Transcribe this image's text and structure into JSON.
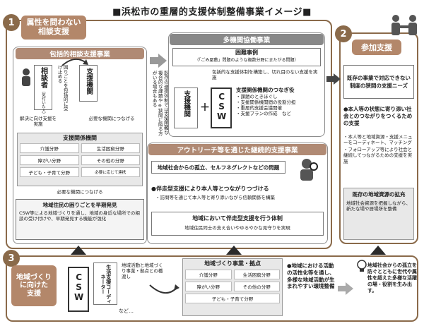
{
  "title": "■浜松市の重層的支援体制整備事業イメージ■",
  "section1": {
    "num": "1",
    "label": "属性を問わない\n相談支援",
    "header": "包括的相談支援事業",
    "soudansha": "相談者",
    "soudansha_sub": "（気付いた人）",
    "receive": "困りごとを包括的に受け止める",
    "support_org": "支援機関",
    "solve": "解決に向け支援を実施",
    "connect_need": "必要な機関につなげる",
    "org_header": "支援関係機関",
    "fields": [
      "介護分野",
      "生活困窮分野",
      "障がい分野",
      "その他の分野",
      "子ども・子育て分野",
      "必要に応じて連携"
    ],
    "connect_need2": "必要な機関につなげる",
    "early_title": "地域住民の困りごとを早期発見",
    "early_desc": "CSW等による地域づくりを通し、地域の身近な場所での相談の受け付けや、早期発見する機能が強化"
  },
  "middle_vertical": "既存の連携体制では支援困難な複合的な課題や※狭間に陥る方がいる場合もある",
  "multi": {
    "header": "多機関協働事業",
    "case_title": "困難事例",
    "case_desc": "（「ごみ屋敷」問題のような複数分野にまたがる問題）",
    "build": "包括的な支援体制を構築し、切れ目のない支援を実施",
    "org": "支援機関",
    "plus": "＋",
    "csw": "CSW",
    "role_title": "支援関係機関のつなぎ役",
    "roles": [
      "・課題のときほぐし",
      "・支援関係機関間の役割分担",
      "・重層的支援会議開催",
      "・支援プランの作成　など"
    ]
  },
  "outreach": {
    "header": "アウトリーチ等を通じた継続的支援事業",
    "isolation": "地域社会からの孤立、セルフネグレクトなどの問題",
    "accompany": "●伴走型支援により本人等とつながりつづける",
    "visit": "・訪問等を通じて本人等と寄り添いながら信頼関係を構築",
    "system_title": "地域において伴走型支援を行う体制",
    "system_desc": "地域住民同士の支え合いやゆるやかな見守りを実現"
  },
  "section2": {
    "num": "2",
    "label": "参加支援",
    "gap_title": "既存の事業で対応できない制度の狭間の支援ニーズ",
    "bullet_title": "●本人等の状態に寄り添い社会とのつながりをつくるための支援",
    "bullets": [
      "・本人等と地域資源・支援メニューをコーディネート、マッチング",
      "・フォローアップ等により社会と継続してつながるための支援を実施"
    ],
    "expand_title": "既存の地域資源の拡充",
    "expand_desc": "地域社会資源を把握しながら、新たな場や居場所を整備"
  },
  "section3": {
    "num": "3",
    "label": "地域づくり\nに向けた\n支援",
    "csw": "CSW",
    "coordinator": "生活支援コーディネーター",
    "etc": "など…",
    "activity": "地域活動と地域づくり事業・拠点との橋渡し",
    "hub_header": "地域づくり事業・拠点",
    "hub_fields": [
      "介護分野",
      "生活困窮分野",
      "障がい分野",
      "その他の分野",
      "子ども・子育て分野"
    ],
    "effect": "●地域における活動の活性化等を通し、多様な地域活動が生まれやすい環境整備",
    "result": "地域社会からの孤立を防ぐとともに世代や属性を超えた多様な活躍の場・役割を生み出す。"
  },
  "colors": {
    "brown": "#8a6a4a",
    "header": "#b08a74",
    "blue": "#4d6ea3",
    "gray": "#e8e8e8"
  }
}
